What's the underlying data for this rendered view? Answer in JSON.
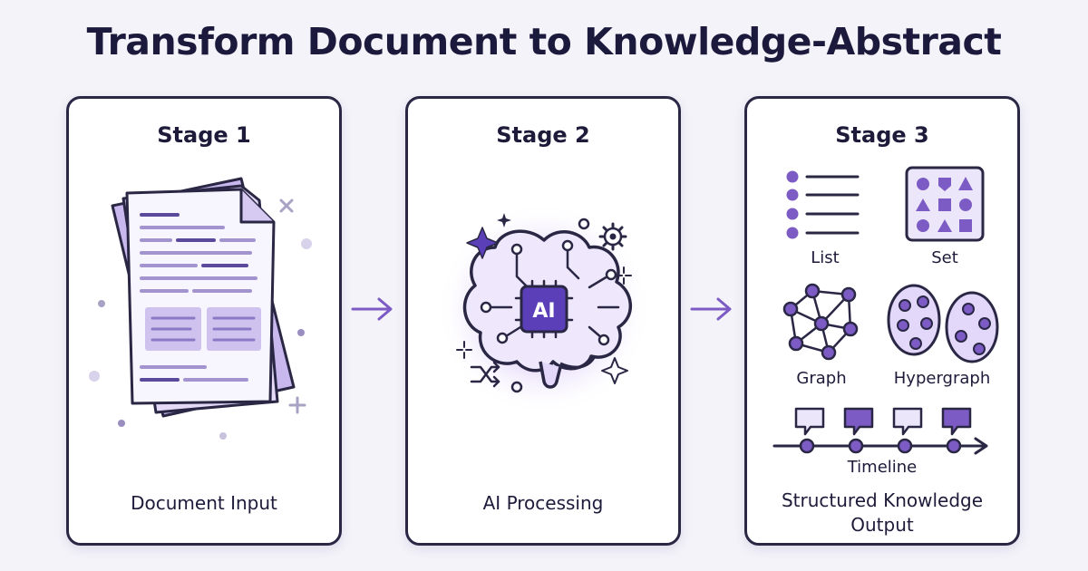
{
  "title": "Transform Document to Knowledge-Abstract",
  "stages": [
    {
      "heading": "Stage 1",
      "caption": "Document Input"
    },
    {
      "heading": "Stage 2",
      "caption": "AI Processing",
      "badge": "AI"
    },
    {
      "heading": "Stage 3",
      "caption_line1": "Structured Knowledge",
      "caption_line2": "Output",
      "structures": {
        "list": "List",
        "set": "Set",
        "graph": "Graph",
        "hypergraph": "Hypergraph",
        "timeline": "Timeline"
      }
    }
  ],
  "icons": {
    "document": "document-stack-icon",
    "brain": "ai-brain-icon",
    "gear": "gear-icon",
    "shuffle": "shuffle-icon",
    "arrow": "arrow-right-icon"
  },
  "colors": {
    "accent": "#7c5cc4",
    "accent_light": "#c9b8ee",
    "outline": "#2a2745",
    "background": "#f4f3f9"
  }
}
